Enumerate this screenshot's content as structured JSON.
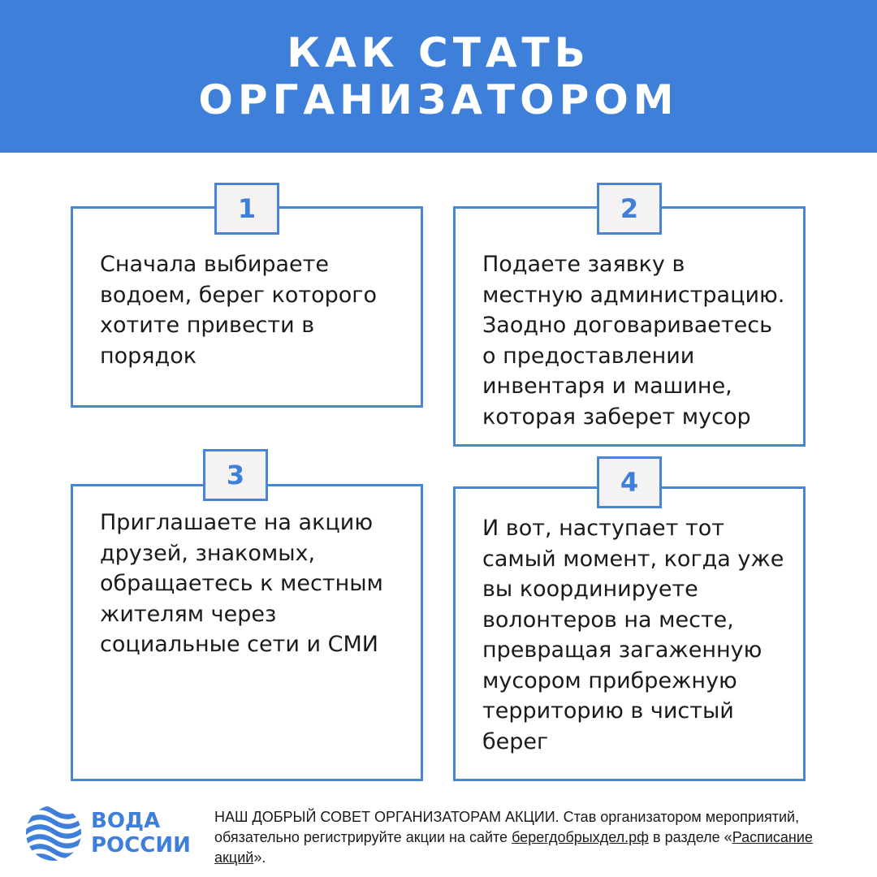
{
  "header": {
    "title_line1": "КАК СТАТЬ",
    "title_line2": "ОРГАНИЗАТОРОМ"
  },
  "steps": [
    {
      "number": "1",
      "text": "Сначала выбираете\nводоем, берег которого\nхотите привести в\nпорядок"
    },
    {
      "number": "2",
      "text": "Подаете заявку в\nместную администрацию.\nЗаодно договариваетесь\nо предоставлении\nинвентаря и машине,\nкоторая заберет мусор"
    },
    {
      "number": "3",
      "text": "Приглашаете на акцию\nдрузей, знакомых,\nобращаетесь к местным\nжителям через\nсоциальные сети и СМИ"
    },
    {
      "number": "4",
      "text": "И вот, наступает тот\nсамый момент, когда уже\nвы координируете\nволонтеров на месте,\nпревращая загаженную\nмусором прибрежную\nтерриторию в чистый\nберег"
    }
  ],
  "logo": {
    "text": "ВОДА\nРОССИИ",
    "icon": "wave-globe-icon"
  },
  "footer": {
    "part1": "НАШ ДОБРЫЙ СОВЕТ ОРГАНИЗАТОРАМ АКЦИИ. Став организатором мероприятий, обязательно регистрируйте акции на сайте ",
    "site_link": "берегдобрыхдел.рф",
    "part2": " в разделе «",
    "section_link": "Расписание акций",
    "part3": "»."
  },
  "colors": {
    "accent": "#3e7fd9",
    "card_border": "#4a84d4",
    "badge_bg": "#f4f2f2"
  }
}
